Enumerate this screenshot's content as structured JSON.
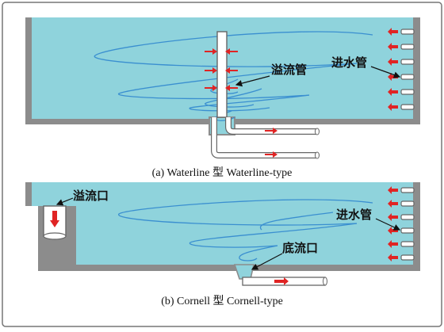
{
  "panel_a": {
    "caption": "(a) Waterline 型 Waterline-type",
    "label_overflow_pipe": "溢流管",
    "label_inlet_pipe": "进水管"
  },
  "panel_b": {
    "caption": "(b) Cornell 型 Cornell-type",
    "label_overflow_outlet": "溢流口",
    "label_inlet_pipe": "进水管",
    "label_bottom_outlet": "底流口"
  },
  "colors": {
    "water": "#8fd3dc",
    "wall": "#8c8c8c",
    "swirl": "#3a8fd0",
    "arrow": "#e02424",
    "pipe": "#ffffff"
  }
}
